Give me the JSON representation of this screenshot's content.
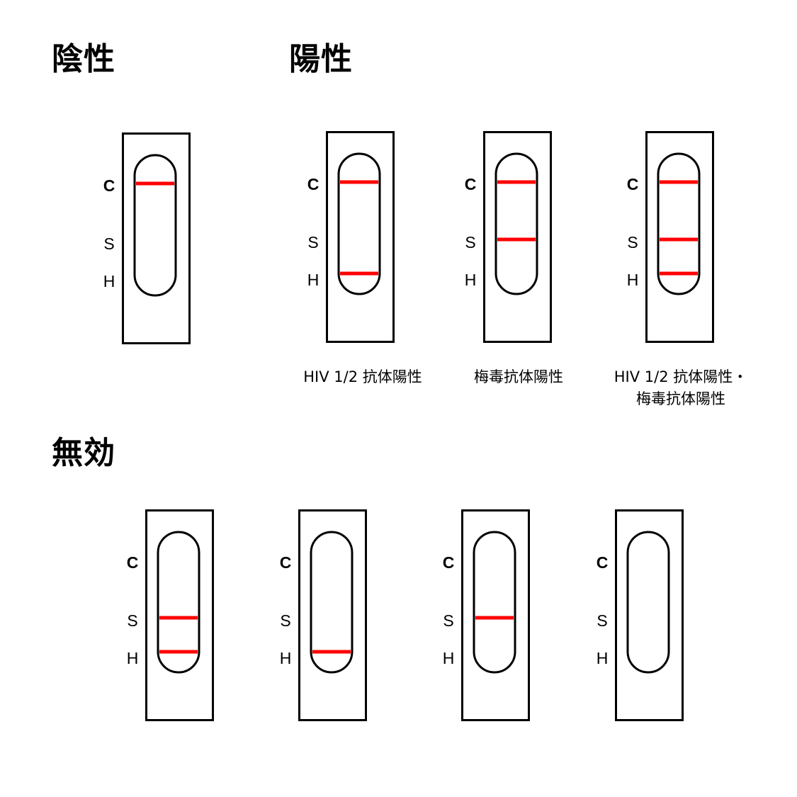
{
  "colors": {
    "line": "#ff0000",
    "outline": "#000000",
    "background": "#ffffff"
  },
  "headings": {
    "negative": "陰性",
    "positive": "陽性",
    "invalid": "無効"
  },
  "marker_labels": {
    "control": "C",
    "syphilis": "S",
    "hiv": "H"
  },
  "results": {
    "negative": [
      {
        "lines": [
          "C"
        ]
      }
    ],
    "positive": [
      {
        "lines": [
          "C",
          "H"
        ],
        "caption": [
          "HIV 1/2 抗体陽性"
        ]
      },
      {
        "lines": [
          "C",
          "S"
        ],
        "caption": [
          "梅毒抗体陽性"
        ]
      },
      {
        "lines": [
          "C",
          "S",
          "H"
        ],
        "caption": [
          "HIV 1/2 抗体陽性・",
          "梅毒抗体陽性"
        ]
      }
    ],
    "invalid": [
      {
        "lines": [
          "S",
          "H"
        ]
      },
      {
        "lines": [
          "H"
        ]
      },
      {
        "lines": [
          "S"
        ]
      },
      {
        "lines": []
      }
    ]
  }
}
